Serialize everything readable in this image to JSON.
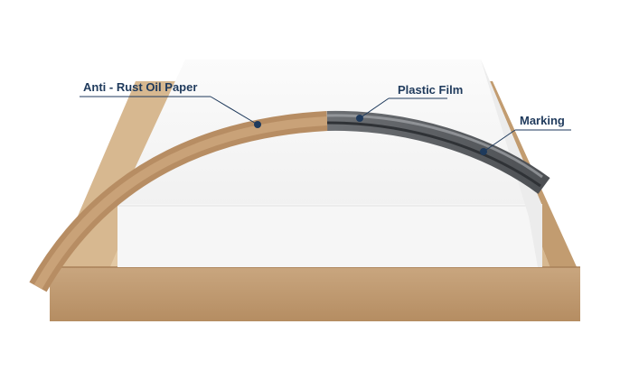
{
  "labels": {
    "anti_rust": "Anti - Rust Oil Paper",
    "plastic_film": "Plastic Film",
    "marking": "Marking"
  },
  "colors": {
    "label": "#1f3a5c",
    "cardboard": "#c8a47c",
    "paper": "#c9a27a",
    "film": "#5f6266"
  }
}
